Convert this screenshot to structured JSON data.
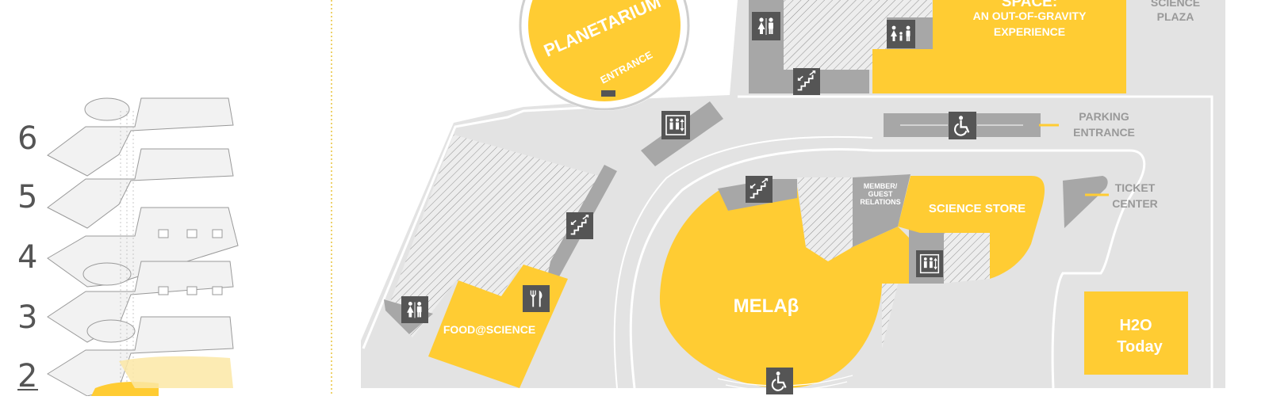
{
  "floors": [
    "6",
    "5",
    "4",
    "3",
    "2"
  ],
  "labels": {
    "planetarium": "PLANETARIUM",
    "planetarium_entrance": "ENTRANCE",
    "space_title": "SPACE:",
    "space_line1": "AN OUT-OF-GRAVITY",
    "space_line2": "EXPERIENCE",
    "science_plaza_line1": "SCIENCE",
    "science_plaza_line2": "PLAZA",
    "parking_line1": "PARKING",
    "parking_line2": "ENTRANCE",
    "ticket_line1": "TICKET",
    "ticket_line2": "CENTER",
    "member_line1": "MEMBER/",
    "member_line2": "GUEST",
    "member_line3": "RELATIONS",
    "science_store": "SCIENCE STORE",
    "melab": "MELAβ",
    "food": "FOOD@SCIENCE",
    "h2o_line1": "H2O",
    "h2o_line2": "Today"
  },
  "icons": [
    "restroom-icon",
    "family-restroom-icon",
    "stairs-icon",
    "elevator-icon",
    "accessible-icon",
    "dining-icon"
  ],
  "colors": {
    "yellow": "#FFCC33",
    "light_gray": "#E3E3E3",
    "mid_gray": "#A7A7A7",
    "dark_icon": "#555555",
    "divider": "#E8C33A"
  }
}
